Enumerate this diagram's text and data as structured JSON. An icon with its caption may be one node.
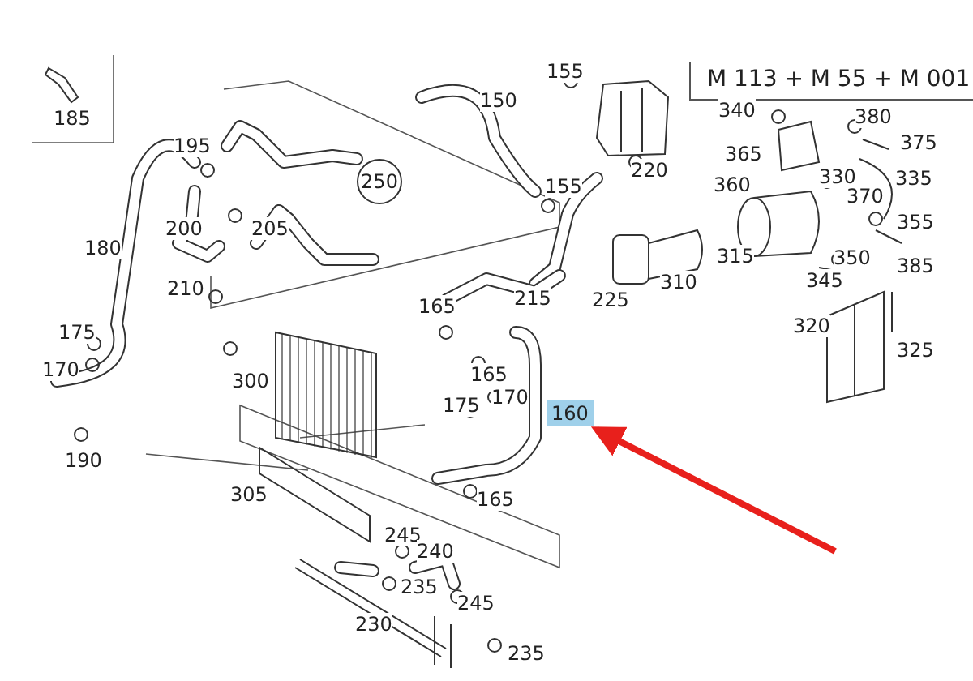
{
  "diagram": {
    "nodes": [
      {
        "text": [
          "250"
        ]
      },
      {
        "text": [
          "160"
        ]
      }
    ],
    "edges": [
      {
        "from": null,
        "to": 1,
        "arrow": "to"
      }
    ],
    "labels": [
      "M 113 + M 55 + M 001",
      "155",
      "150",
      "340",
      "380",
      "185",
      "195",
      "365",
      "375",
      "220",
      "155",
      "330",
      "335",
      "360",
      "370",
      "200",
      "205",
      "355",
      "180",
      "315",
      "350",
      "385",
      "210",
      "215",
      "225",
      "310",
      "345",
      "165",
      "175",
      "320",
      "325",
      "300",
      "165",
      "170",
      "175",
      "170",
      "190",
      "305",
      "165",
      "245",
      "240",
      "235",
      "245",
      "230",
      "235"
    ]
  }
}
